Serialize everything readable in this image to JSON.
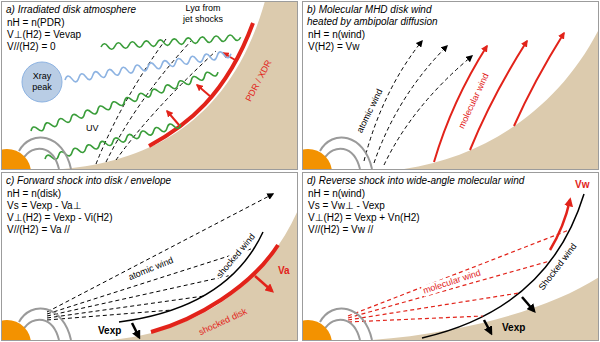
{
  "diagram": {
    "nodes": [
      {
        "text": [
          "a) Irradiated disk atmosphere",
          "nH = n(PDR)",
          "V⊥(H2) = Vevap",
          "V//(H2) = 0"
        ]
      },
      {
        "text": [
          "Xray peak"
        ],
        "in": 0
      },
      {
        "text": [
          "b) Molecular MHD disk wind heated by ambipolar diffusion",
          "nH = n(wind)",
          "V(H2) = Vw"
        ]
      },
      {
        "text": [
          "c) Forward shock into disk / envelope",
          "nH = n(disk)",
          "Vs = Vexp - Va⊥",
          "V⊥(H2) = Vexp - Vi(H2)",
          "V//(H2) = Va //"
        ]
      },
      {
        "text": [
          "d) Reverse shock into wide-angle molecular wind",
          "nH = n(wind)",
          "Vs = Vw⊥ - Vexp",
          "V⊥(H2) = Vexp + Vn(H2)",
          "V//(H2) = Vw //"
        ]
      }
    ],
    "labels": [
      "Lyα from jet shocks",
      "UV",
      "PDR / XDR",
      "atomic wind",
      "molecular wind",
      "atomic wind",
      "shocked wind",
      "shocked disk",
      "Va",
      "Vexp",
      "Vw",
      "molecular wind",
      "Shocked wind",
      "Vexp"
    ]
  }
}
